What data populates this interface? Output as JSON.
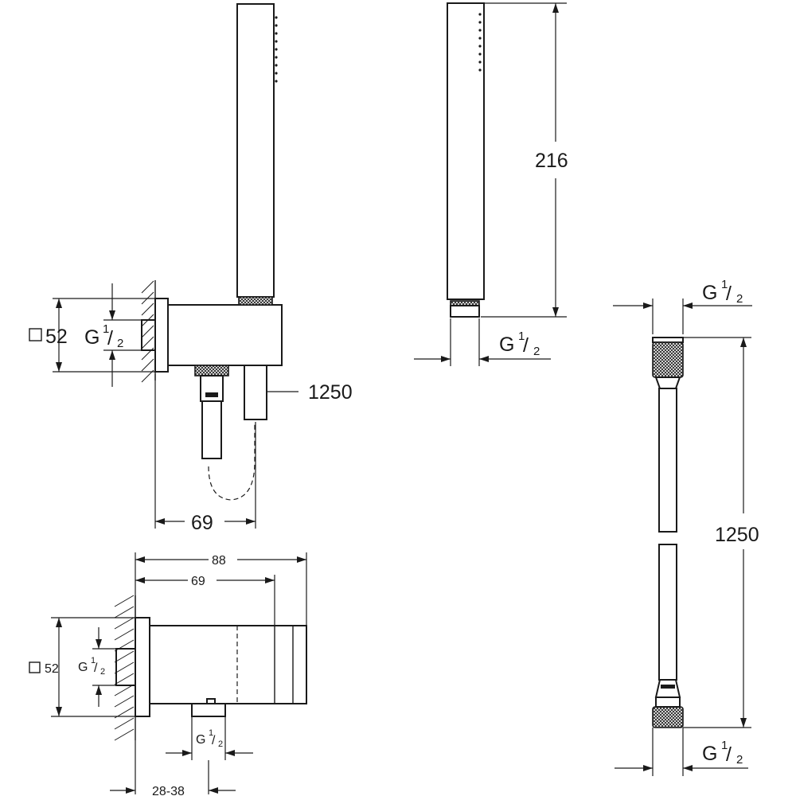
{
  "top_view": {
    "square_label": "52",
    "thread_label": "G",
    "thread_num": "1",
    "thread_den": "2",
    "hose_length": "1250",
    "depth": "69"
  },
  "handshower_view": {
    "length": "216",
    "thread_label": "G",
    "thread_num": "1",
    "thread_den": "2"
  },
  "hose_view": {
    "top_thread_label": "G",
    "top_thread_num": "1",
    "top_thread_den": "2",
    "length": "1250",
    "bottom_thread_label": "G",
    "bottom_thread_num": "1",
    "bottom_thread_den": "2"
  },
  "side_view": {
    "overall_depth": "88",
    "depth": "69",
    "square_label": "52",
    "inlet_thread_label": "G",
    "inlet_thread_num": "1",
    "inlet_thread_den": "2",
    "outlet_thread_label": "G",
    "outlet_thread_num": "1",
    "outlet_thread_den": "2",
    "wall_range": "28-38"
  }
}
